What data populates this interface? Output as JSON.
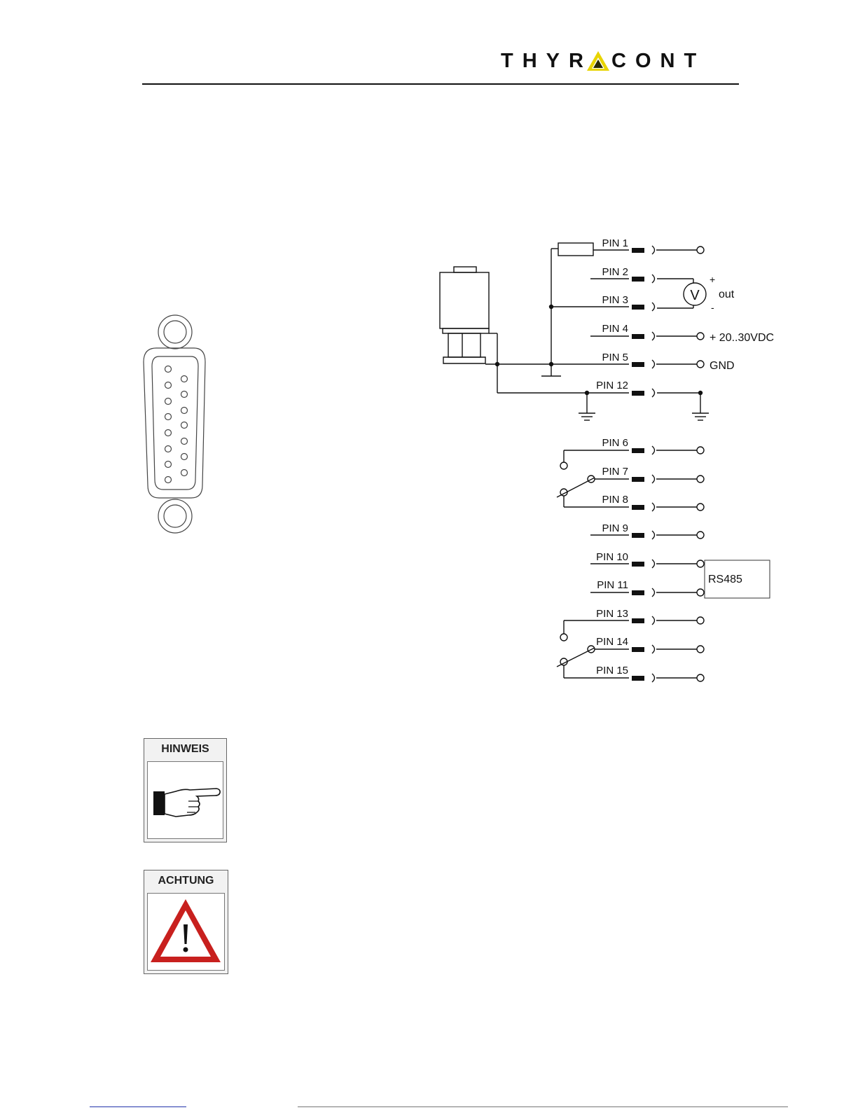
{
  "header": {
    "logo_left": "THYR",
    "logo_right": "CONT",
    "logo_accent_color": "#e8d400"
  },
  "diagram": {
    "pins": {
      "pin1": "PIN 1",
      "pin2": "PIN 2",
      "pin3": "PIN 3",
      "pin4": "PIN 4",
      "pin5": "PIN 5",
      "pin12": "PIN 12",
      "pin6": "PIN 6",
      "pin7": "PIN 7",
      "pin8": "PIN 8",
      "pin9": "PIN 9",
      "pin10": "PIN 10",
      "pin11": "PIN 11",
      "pin13": "PIN 13",
      "pin14": "PIN 14",
      "pin15": "PIN 15"
    },
    "labels": {
      "voltmeter": "V",
      "out": "out",
      "plus": "+",
      "minus": "-",
      "supply": "+ 20..30VDC",
      "gnd": "GND",
      "rs485": "RS485"
    }
  },
  "notices": {
    "hinweis": "HINWEIS",
    "achtung": "ACHTUNG",
    "hinweis_icon": "pointing-hand-icon",
    "achtung_icon": "warning-triangle-icon",
    "warning_color": "#c8201e"
  }
}
